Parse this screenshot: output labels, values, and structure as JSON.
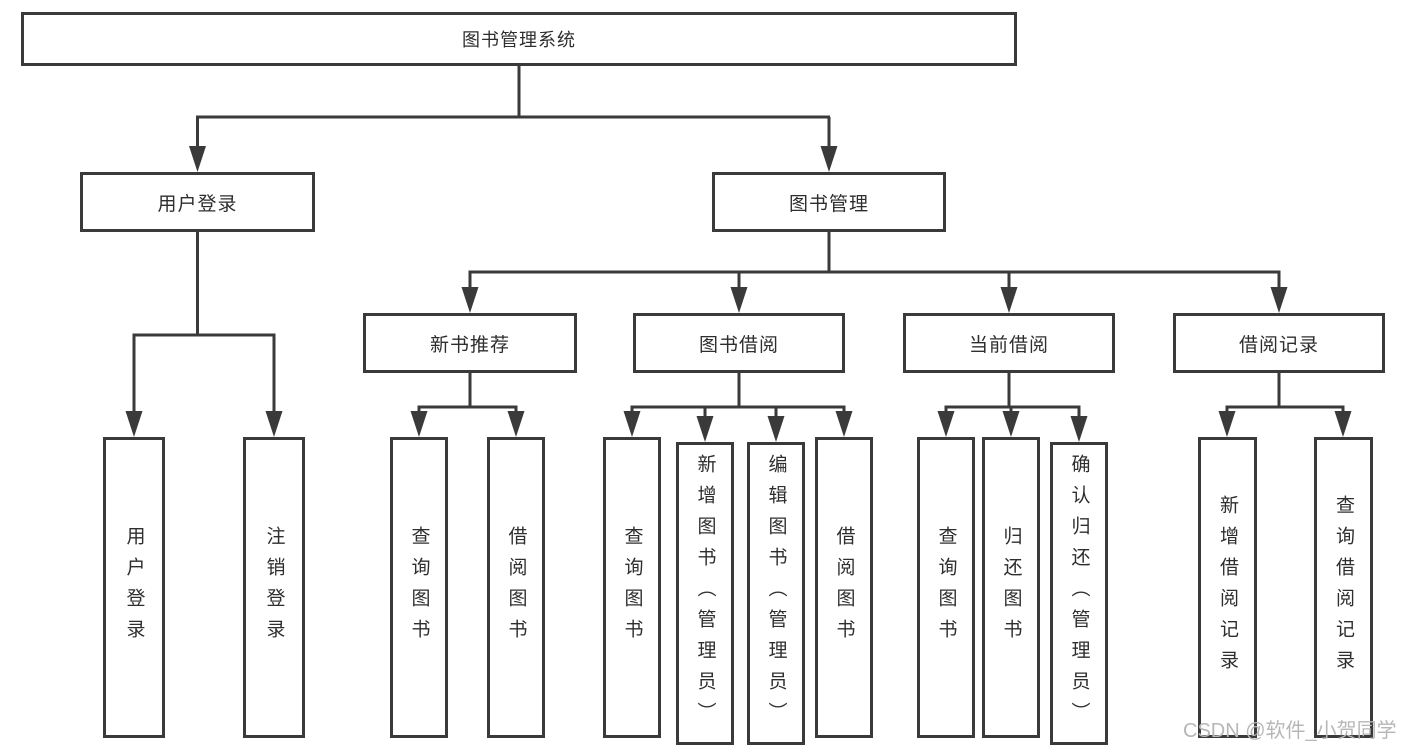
{
  "diagram": {
    "title": "图书管理系统",
    "branches": [
      {
        "label": "用户登录",
        "children": [
          {
            "label": "用户登录"
          },
          {
            "label": "注销登录"
          }
        ]
      },
      {
        "label": "图书管理",
        "children": [
          {
            "label": "新书推荐",
            "children": [
              {
                "label": "查询图书"
              },
              {
                "label": "借阅图书"
              }
            ]
          },
          {
            "label": "图书借阅",
            "children": [
              {
                "label": "查询图书"
              },
              {
                "label": "新增图书（管理员）"
              },
              {
                "label": "编辑图书（管理员）"
              },
              {
                "label": "借阅图书"
              }
            ]
          },
          {
            "label": "当前借阅",
            "children": [
              {
                "label": "查询图书"
              },
              {
                "label": "归还图书"
              },
              {
                "label": "确认归还（管理员）"
              }
            ]
          },
          {
            "label": "借阅记录",
            "children": [
              {
                "label": "新增借阅记录"
              },
              {
                "label": "查询借阅记录"
              }
            ]
          }
        ]
      }
    ],
    "colors": {
      "line": "#3a3a3a",
      "border": "#3a3a3a",
      "text": "#2e2e2e",
      "background": "#ffffff",
      "watermark": "#b7b7b7"
    }
  },
  "watermark": {
    "text": "CSDN @软件_小贺同学"
  }
}
